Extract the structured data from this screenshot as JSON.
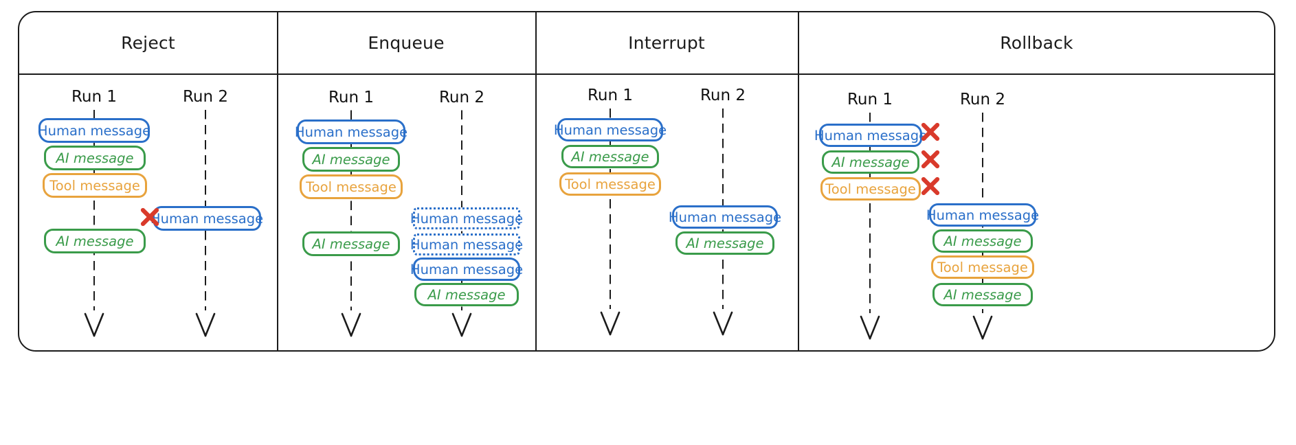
{
  "diagram": {
    "title_row": [
      "Reject",
      "Enqueue",
      "Interrupt",
      "Rollback"
    ],
    "colors": {
      "human": "#2a6fc9",
      "ai": "#3a9b4a",
      "tool": "#e8a33d",
      "reject_x": "#d93a2b",
      "frame": "#1b1b1b",
      "background": "#ffffff"
    },
    "labels": {
      "human_message": "Human message",
      "ai_message": "AI message",
      "tool_message": "Tool message",
      "run_1": "Run 1",
      "run_2": "Run 2"
    },
    "panels": [
      {
        "name": "reject",
        "title": "Reject",
        "columns": [
          {
            "name": "run-1",
            "label": "Run 1",
            "messages": [
              {
                "kind": "human",
                "text": "Human message",
                "style": "solid",
                "rejected": false
              },
              {
                "kind": "ai",
                "text": "AI message",
                "style": "solid",
                "rejected": false
              },
              {
                "kind": "tool",
                "text": "Tool message",
                "style": "solid",
                "rejected": false
              },
              {
                "kind": "ai",
                "text": "AI message",
                "style": "solid",
                "rejected": false
              }
            ]
          },
          {
            "name": "run-2",
            "label": "Run 2",
            "messages": [
              {
                "kind": "human",
                "text": "Human message",
                "style": "solid",
                "rejected": true
              }
            ]
          }
        ]
      },
      {
        "name": "enqueue",
        "title": "Enqueue",
        "columns": [
          {
            "name": "run-1",
            "label": "Run 1",
            "messages": [
              {
                "kind": "human",
                "text": "Human message",
                "style": "solid",
                "rejected": false
              },
              {
                "kind": "ai",
                "text": "AI message",
                "style": "solid",
                "rejected": false
              },
              {
                "kind": "tool",
                "text": "Tool message",
                "style": "solid",
                "rejected": false
              },
              {
                "kind": "ai",
                "text": "AI message",
                "style": "solid",
                "rejected": false
              }
            ]
          },
          {
            "name": "run-2",
            "label": "Run 2",
            "messages": [
              {
                "kind": "human",
                "text": "Human message",
                "style": "dotted",
                "rejected": false
              },
              {
                "kind": "human",
                "text": "Human message",
                "style": "dotted",
                "rejected": false
              },
              {
                "kind": "human",
                "text": "Human message",
                "style": "solid",
                "rejected": false
              },
              {
                "kind": "ai",
                "text": "AI message",
                "style": "solid",
                "rejected": false
              }
            ]
          }
        ]
      },
      {
        "name": "interrupt",
        "title": "Interrupt",
        "columns": [
          {
            "name": "run-1",
            "label": "Run 1",
            "messages": [
              {
                "kind": "human",
                "text": "Human message",
                "style": "solid",
                "rejected": false
              },
              {
                "kind": "ai",
                "text": "AI message",
                "style": "solid",
                "rejected": false
              },
              {
                "kind": "tool",
                "text": "Tool message",
                "style": "solid",
                "rejected": false
              }
            ]
          },
          {
            "name": "run-2",
            "label": "Run 2",
            "messages": [
              {
                "kind": "human",
                "text": "Human message",
                "style": "solid",
                "rejected": false
              },
              {
                "kind": "ai",
                "text": "AI message",
                "style": "solid",
                "rejected": false
              }
            ]
          }
        ]
      },
      {
        "name": "rollback",
        "title": "Rollback",
        "columns": [
          {
            "name": "run-1",
            "label": "Run 1",
            "messages": [
              {
                "kind": "human",
                "text": "Human message",
                "style": "solid",
                "rejected": true
              },
              {
                "kind": "ai",
                "text": "AI message",
                "style": "solid",
                "rejected": true
              },
              {
                "kind": "tool",
                "text": "Tool message",
                "style": "solid",
                "rejected": true
              }
            ]
          },
          {
            "name": "run-2",
            "label": "Run 2",
            "messages": [
              {
                "kind": "human",
                "text": "Human message",
                "style": "solid",
                "rejected": false
              },
              {
                "kind": "ai",
                "text": "AI message",
                "style": "solid",
                "rejected": false
              },
              {
                "kind": "tool",
                "text": "Tool message",
                "style": "solid",
                "rejected": false
              },
              {
                "kind": "ai",
                "text": "AI message",
                "style": "solid",
                "rejected": false
              }
            ]
          }
        ]
      }
    ]
  }
}
